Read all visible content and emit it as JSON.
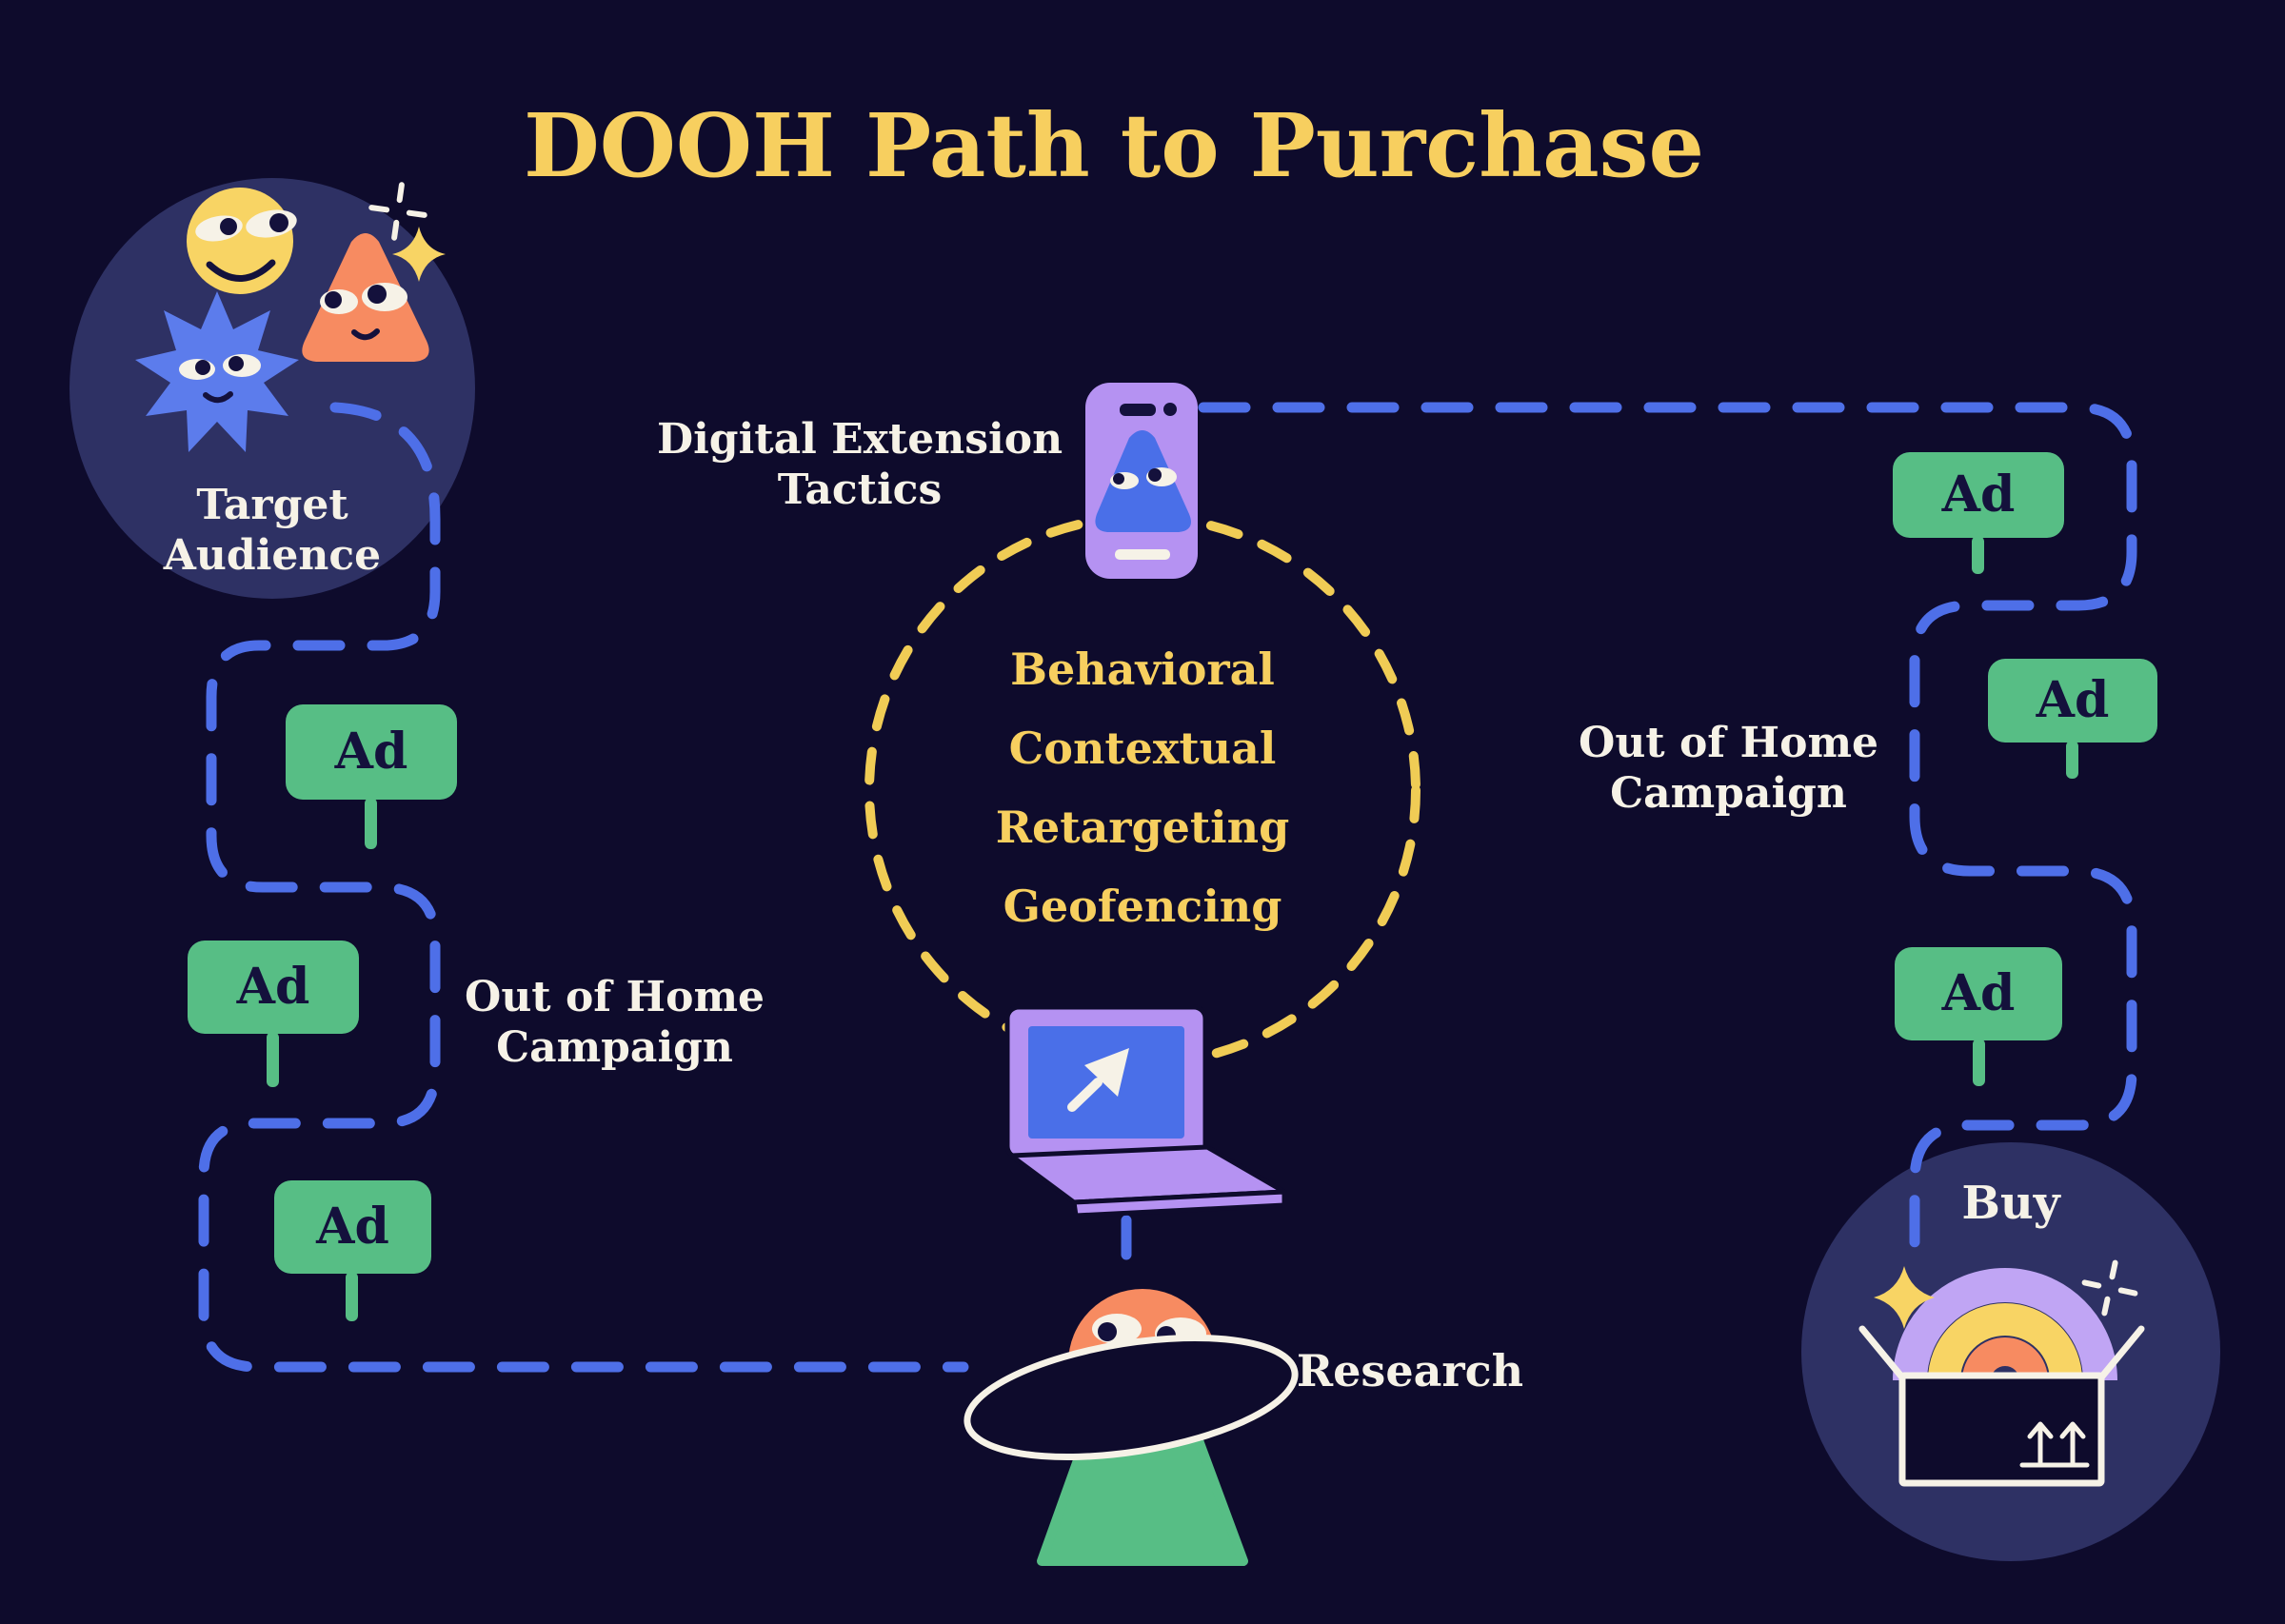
{
  "title": "DOOH Path to Purchase",
  "stages": {
    "target_audience": "Target Audience",
    "research": "Research",
    "buy": "Buy"
  },
  "labels": {
    "digital_extension_tactics": "Digital Extension Tactics",
    "out_of_home_left": "Out of Home Campaign",
    "out_of_home_right": "Out of Home Campaign"
  },
  "tactics": [
    "Behavioral",
    "Contextual",
    "Retargeting",
    "Geofencing"
  ],
  "ads": [
    {
      "label": "Ad"
    },
    {
      "label": "Ad"
    },
    {
      "label": "Ad"
    },
    {
      "label": "Ad"
    },
    {
      "label": "Ad"
    },
    {
      "label": "Ad"
    }
  ],
  "illustrations": [
    "smiley-face-icon",
    "triangle-character-icon",
    "star-character-icon",
    "sparkle-icon",
    "smartphone-icon",
    "laptop-cursor-icon",
    "ufo-character-icon",
    "rainbow-box-icon",
    "ad-billboard-icon"
  ],
  "colors": {
    "background": "#0E0B2C",
    "node_circle": "#2E3164",
    "path_blue": "#4E6FE8",
    "accent_yellow": "#F7CF5F",
    "dash_yellow": "#F0CC55",
    "ad_green": "#57BE85",
    "text_cream": "#F6F2E7",
    "ink_navy": "#14113C",
    "character_orange": "#F78B61",
    "device_purple": "#B592F2",
    "screen_blue": "#4A6FE8",
    "rainbow_purple": "#C0A5F4"
  }
}
